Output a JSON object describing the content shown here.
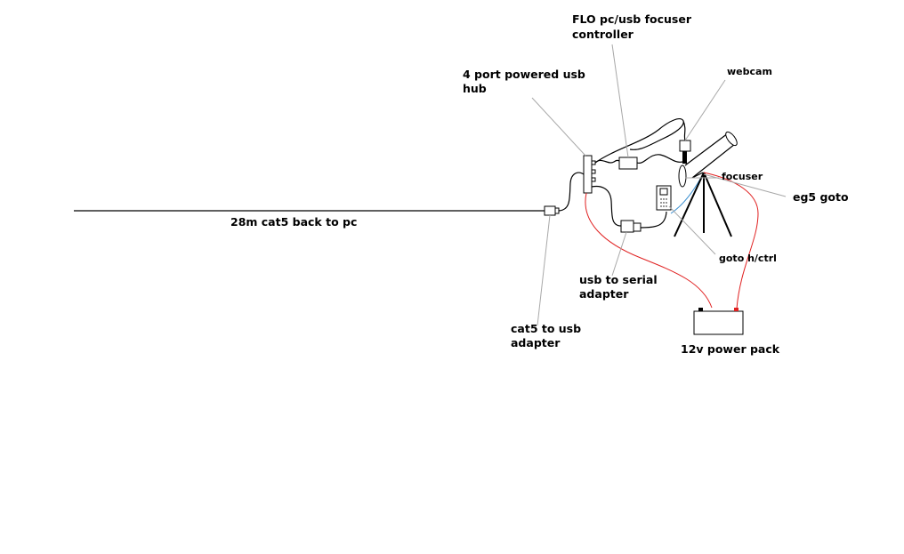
{
  "labels": {
    "cable": "28m cat5 back to pc",
    "focuser_controller_line1": "FLO pc/usb focuser",
    "focuser_controller_line2": "controller",
    "usb_hub_line1": "4 port powered usb",
    "usb_hub_line2": "hub",
    "webcam": "webcam",
    "focuser": "focuser",
    "mount": "eg5 goto",
    "handset": "goto h/ctrl",
    "serial_adapter_line1": "usb to serial",
    "serial_adapter_line2": "adapter",
    "cat5_adapter_line1": "cat5 to usb",
    "cat5_adapter_line2": "adapter",
    "power_pack": "12v power pack"
  },
  "colors": {
    "wire": "#000000",
    "power_wire": "#e02020",
    "handset_wire": "#3a8fd0",
    "leader": "#a8a8a8",
    "battery_negative": "#000000",
    "battery_positive": "#e02020"
  }
}
